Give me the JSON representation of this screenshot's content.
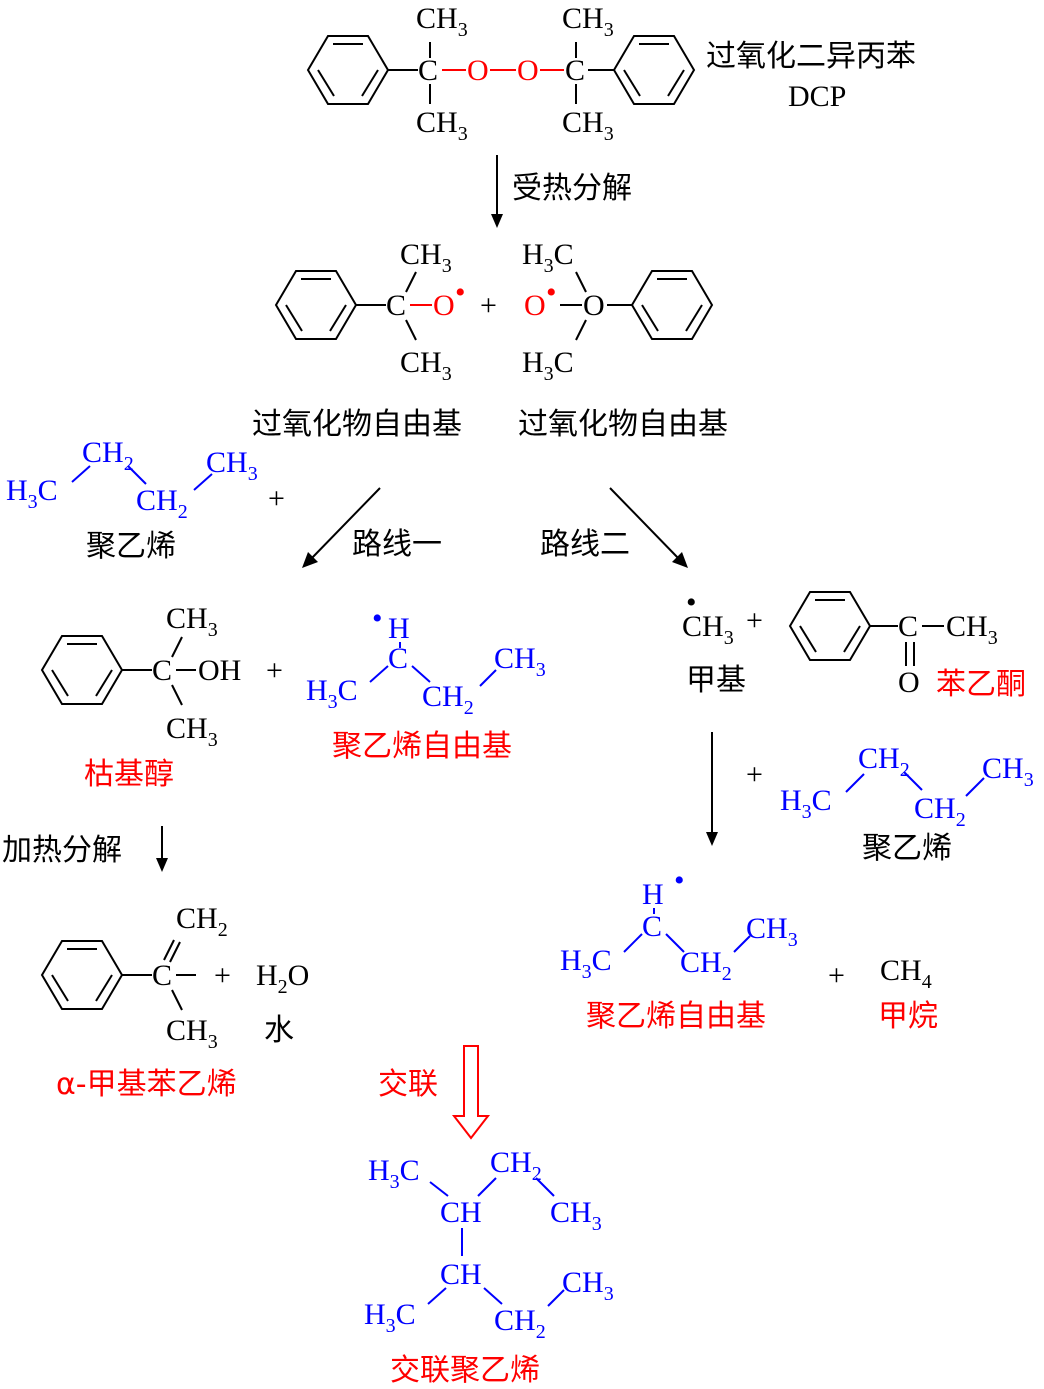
{
  "colors": {
    "black": "#000000",
    "red": "#ff0000",
    "blue": "#0000ff"
  },
  "atoms": {
    "ch3": "CH",
    "ch2": "CH",
    "ch": "CH",
    "h3c_h": "H",
    "h3c_c": "C",
    "c": "C",
    "o": "O",
    "oh": "OH",
    "h": "H",
    "sub3": "3",
    "sub2": "2",
    "sub4": "4",
    "h2o_h": "H",
    "h2o_o": "O",
    "ch4": "CH",
    "plus": "+",
    "dot": "•"
  },
  "labels": {
    "dcp_name": "过氧化二异丙苯",
    "dcp_abbr": "DCP",
    "step_heat_decompose": "受热分解",
    "peroxide_radical_1": "过氧化物自由基",
    "peroxide_radical_2": "过氧化物自由基",
    "polyethylene_top": "聚乙烯",
    "route_one": "路线一",
    "route_two": "路线二",
    "methyl_radical": "甲基",
    "acetophenone": "苯乙酮",
    "polyethylene_right": "聚乙烯",
    "cumyl_alcohol": "枯基醇",
    "pe_radical_left": "聚乙烯自由基",
    "heating_decompose": "加热分解",
    "water": "水",
    "alpha_methylstyrene": "α-甲基苯乙烯",
    "crosslink": "交联",
    "pe_radical_right": "聚乙烯自由基",
    "methane": "甲烷",
    "crosslinked_pe": "交联聚乙烯"
  }
}
